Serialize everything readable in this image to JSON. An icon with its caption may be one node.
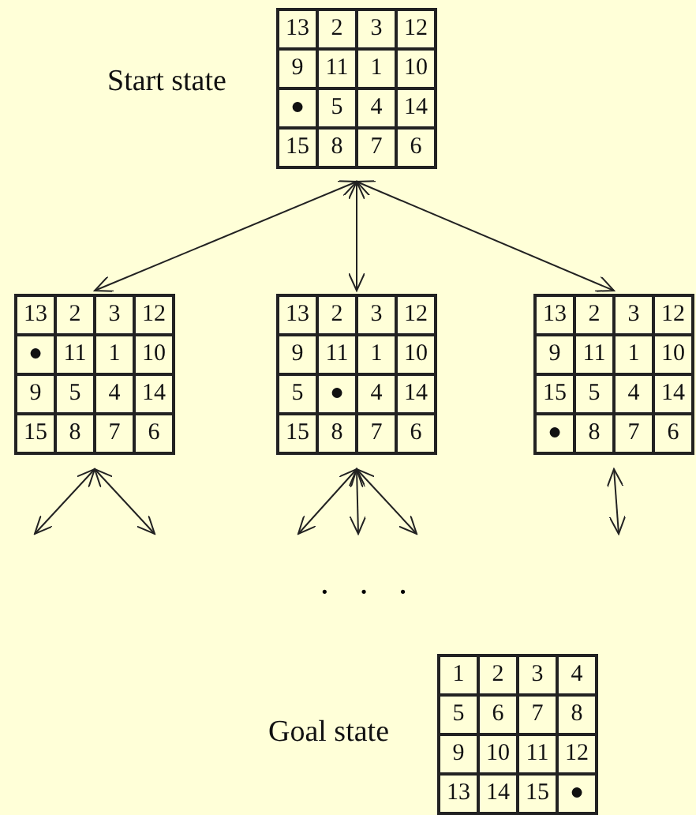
{
  "diagram": {
    "nodes": [
      {
        "text": [
          "13",
          "2",
          "3",
          "12",
          "9",
          "11",
          "1",
          "10",
          "●",
          "5",
          "4",
          "14",
          "15",
          "8",
          "7",
          "6"
        ],
        "beside": [
          "Start state"
        ]
      },
      {
        "text": [
          "13",
          "2",
          "3",
          "12",
          "●",
          "11",
          "1",
          "10",
          "9",
          "5",
          "4",
          "14",
          "15",
          "8",
          "7",
          "6"
        ]
      },
      {
        "text": [
          "13",
          "2",
          "3",
          "12",
          "9",
          "11",
          "1",
          "10",
          "5",
          "●",
          "4",
          "14",
          "15",
          "8",
          "7",
          "6"
        ]
      },
      {
        "text": [
          "13",
          "2",
          "3",
          "12",
          "9",
          "11",
          "1",
          "10",
          "15",
          "5",
          "4",
          "14",
          "●",
          "8",
          "7",
          "6"
        ]
      },
      {
        "text": [
          "1",
          "2",
          "3",
          "4",
          "5",
          "6",
          "7",
          "8",
          "9",
          "10",
          "11",
          "12",
          "13",
          "14",
          "15",
          "●"
        ],
        "beside": [
          "Goal state"
        ]
      }
    ],
    "edges": [
      {
        "from": 0,
        "to": 1,
        "arrow": "both"
      },
      {
        "from": 0,
        "to": 2,
        "arrow": "both"
      },
      {
        "from": 0,
        "to": 3,
        "arrow": "both"
      },
      {
        "from": 1,
        "to": null,
        "arrow": "both"
      },
      {
        "from": 1,
        "to": null,
        "arrow": "both"
      },
      {
        "from": 2,
        "to": null,
        "arrow": "both"
      },
      {
        "from": 2,
        "to": null,
        "arrow": "both"
      },
      {
        "from": 2,
        "to": null,
        "arrow": "both"
      },
      {
        "from": 3,
        "to": null,
        "arrow": "both"
      }
    ],
    "labels": [
      "· · ·"
    ]
  }
}
